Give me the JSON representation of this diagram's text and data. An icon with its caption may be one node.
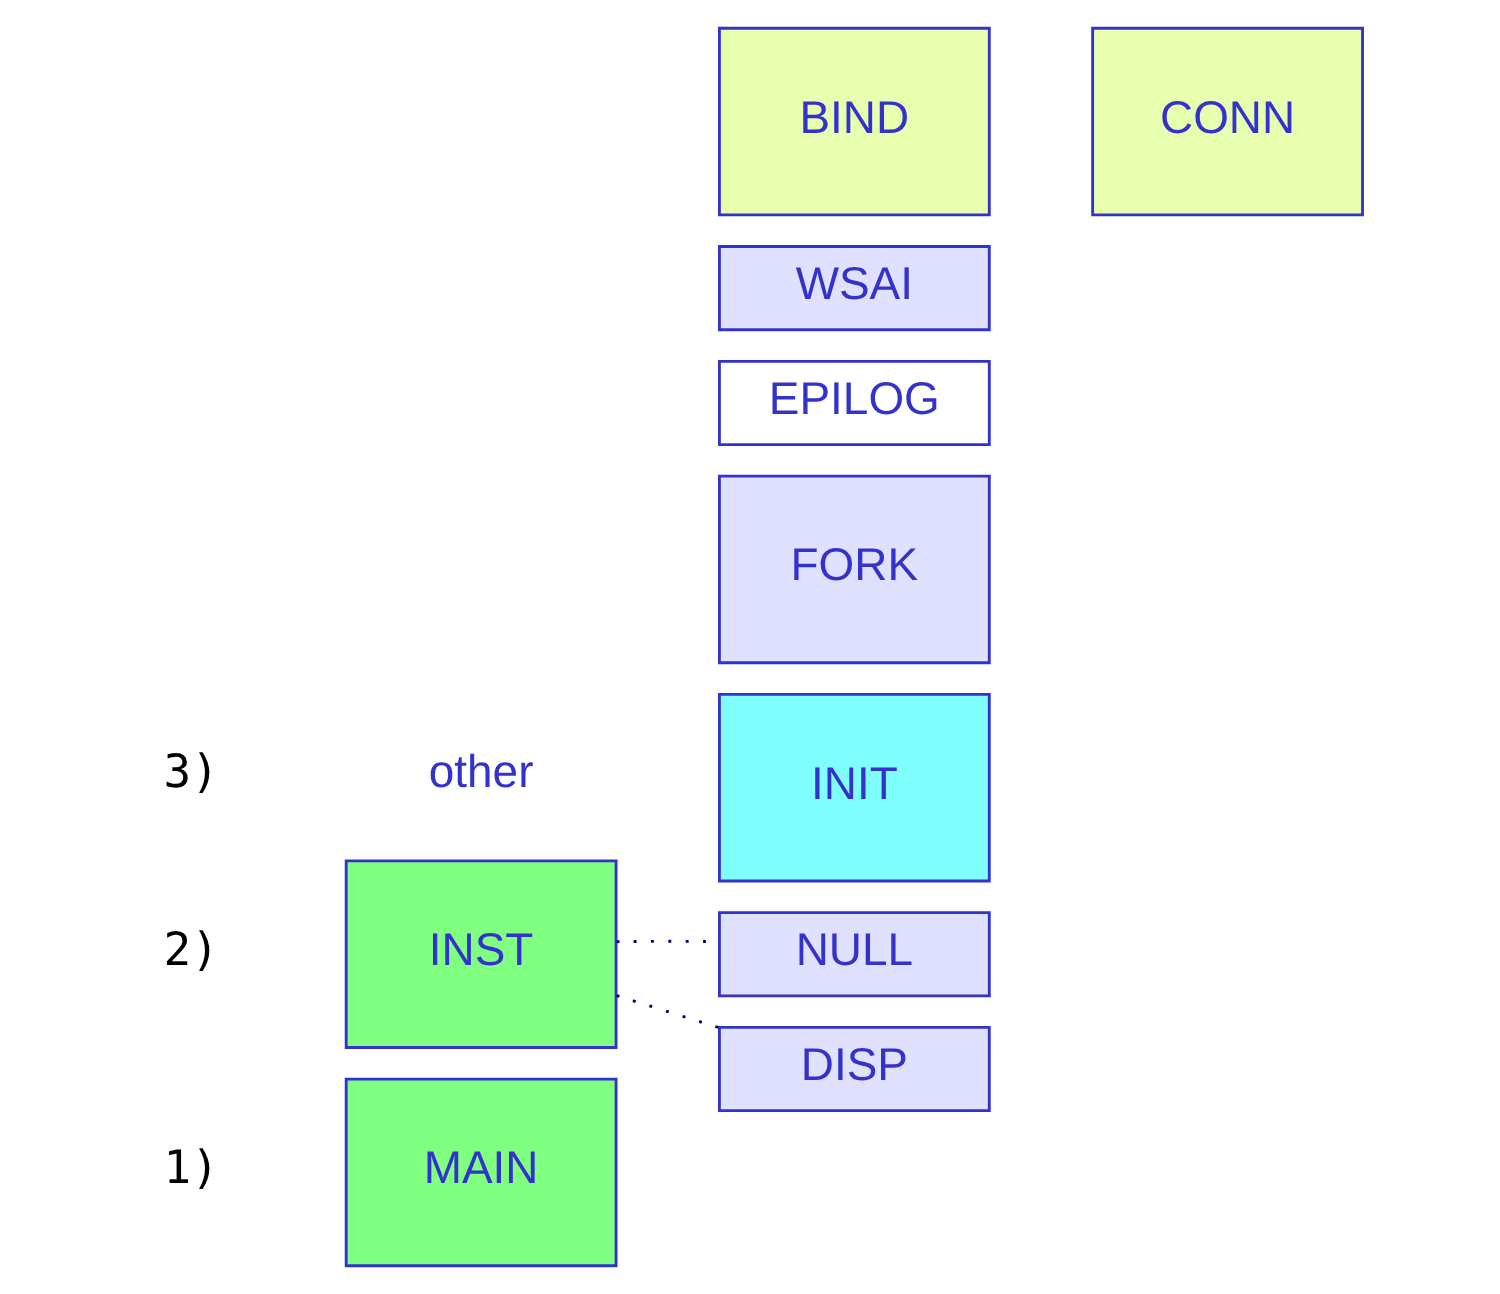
{
  "diagram": {
    "nodes": [
      {
        "text": [
          "MAIN"
        ]
      },
      {
        "text": [
          "INST"
        ]
      },
      {
        "text": [
          "NULL"
        ]
      },
      {
        "text": [
          "INIT"
        ]
      },
      {
        "text": [
          "FORK"
        ]
      },
      {
        "text": [
          "EPILOG"
        ]
      },
      {
        "text": [
          "WSAI"
        ]
      },
      {
        "text": [
          "BIND"
        ]
      },
      {
        "text": [
          "CONN"
        ]
      },
      {
        "text": [
          "DISP"
        ]
      }
    ],
    "edges": [
      {
        "from": 1,
        "to": 2,
        "arrow": "none",
        "style": "dashed"
      },
      {
        "from": 1,
        "to": 9,
        "arrow": "none",
        "style": "dashed"
      }
    ],
    "labels": [
      "1)",
      "2)",
      "3)",
      "other"
    ]
  }
}
